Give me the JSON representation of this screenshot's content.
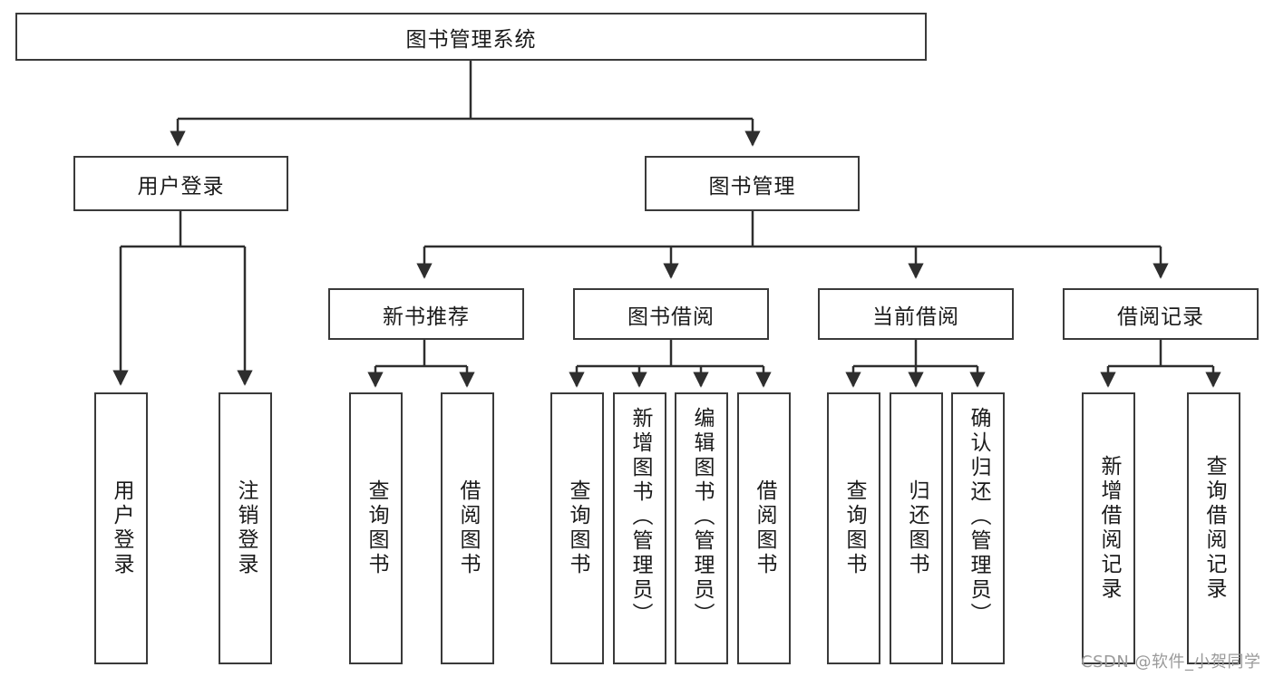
{
  "diagram": {
    "title_node": {
      "label": "图书管理系统"
    },
    "tier2": [
      {
        "label": "用户登录"
      },
      {
        "label": "图书管理"
      }
    ],
    "tier3": [
      {
        "label": "新书推荐"
      },
      {
        "label": "图书借阅"
      },
      {
        "label": "当前借阅"
      },
      {
        "label": "借阅记录"
      }
    ],
    "leaves": {
      "user_login": [
        {
          "label": "用户登录"
        },
        {
          "label": "注销登录"
        }
      ],
      "new_book_recommend": [
        {
          "label": "查询图书"
        },
        {
          "label": "借阅图书"
        }
      ],
      "book_borrow": [
        {
          "label": "查询图书"
        },
        {
          "label": "新增图书（管理员）"
        },
        {
          "label": "编辑图书（管理员）"
        },
        {
          "label": "借阅图书"
        }
      ],
      "current_borrow": [
        {
          "label": "查询图书"
        },
        {
          "label": "归还图书"
        },
        {
          "label": "确认归还（管理员）"
        }
      ],
      "borrow_record": [
        {
          "label": "新增借阅记录"
        },
        {
          "label": "查询借阅记录"
        }
      ]
    }
  },
  "watermark": {
    "text": "CSDN @软件_小贺同学"
  },
  "colors": {
    "stroke": "#3a3a3a",
    "background": "#ffffff",
    "text": "#1a1a1a",
    "watermark": "#9a9a9a"
  }
}
